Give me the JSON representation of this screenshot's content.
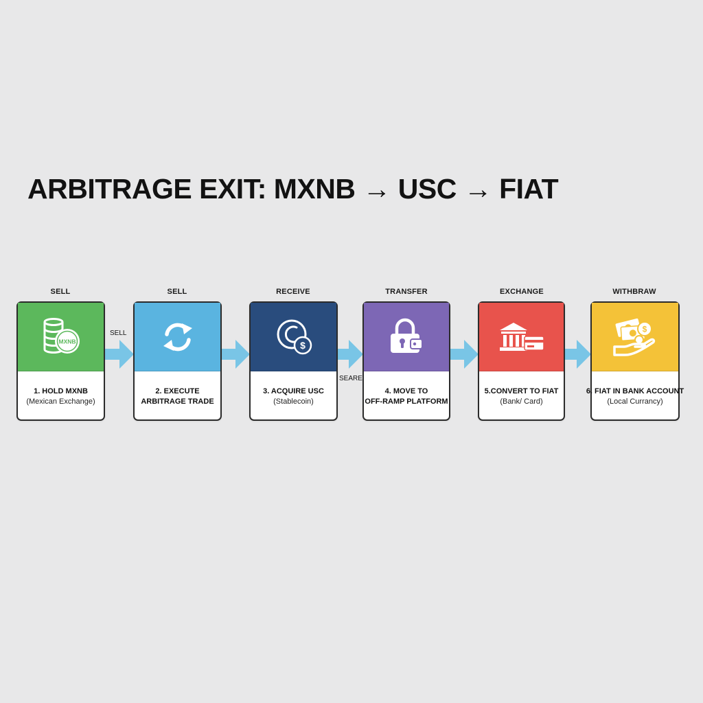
{
  "title": "ARBITRAGE EXIT: MXNB → USC → FIAT",
  "colors": {
    "arrow": "#79c5e6",
    "step1": "#5cb85c",
    "step2": "#5ab4e0",
    "step3": "#294c7d",
    "step4": "#7d67b5",
    "step5": "#e8534c",
    "step6": "#f4c238"
  },
  "steps": [
    {
      "top_label": "SELL",
      "main_1": "1. HOLD MXNB",
      "main_2": "",
      "sub": "(Mexican Exchange)",
      "icon": "coin-stack-icon",
      "icon_text": "MXNB"
    },
    {
      "top_label": "SELL",
      "main_1": "2. EXECUTE",
      "main_2": "ARBITRAGE TRADE",
      "sub": "",
      "icon": "exchange-arrows-icon"
    },
    {
      "top_label": "RECEIVE",
      "main_1": "3. ACQUIRE USC",
      "main_2": "",
      "sub": "(Stablecoin)",
      "icon": "stablecoin-icon",
      "icon_text": "$"
    },
    {
      "top_label": "TRANSFER",
      "main_1": "4. MOVE TO",
      "main_2": "OFF-RAMP PLATFORM",
      "sub": "",
      "icon": "padlock-wallet-icon"
    },
    {
      "top_label": "EXCHANGE",
      "main_1": "5.CONVERT TO FIAT",
      "main_2": "",
      "sub": "(Bank/ Card)",
      "icon": "bank-card-icon"
    },
    {
      "top_label": "WITHBRAW",
      "main_1": "6. FIAT IN BANK ACCOUNT",
      "main_2": "",
      "sub": "(Local Currancy)",
      "icon": "cash-hand-icon",
      "icon_text": "$"
    }
  ],
  "connector_labels": {
    "between_1_2": "SELL",
    "between_3_4": "SEARE"
  }
}
